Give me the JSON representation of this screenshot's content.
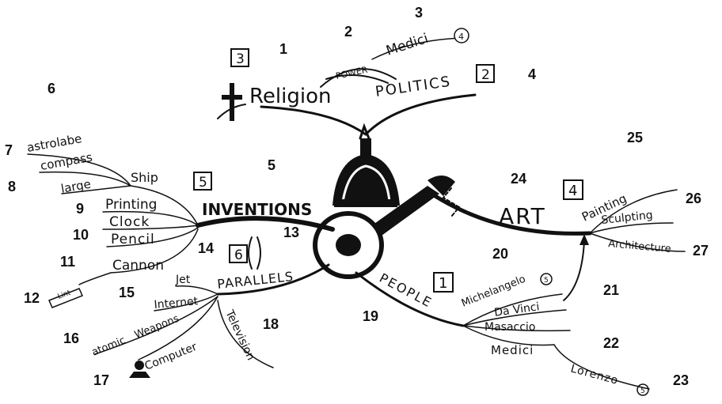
{
  "branches": {
    "religion": "Religion",
    "power": "POWER",
    "politics": "POLITICS",
    "medici_top": "Medici",
    "inventions": "INVENTIONS",
    "parallels": "PARALLELS",
    "people": "PEOPLE",
    "art": "ART"
  },
  "box_numbers": {
    "religion": "3",
    "politics": "2",
    "inventions": "5",
    "parallels": "6",
    "art": "4",
    "people": "1"
  },
  "circled_numbers": {
    "medici_top": "4",
    "michelangelo": "5",
    "lorenzo": "5"
  },
  "inventions_items": [
    "astrolabe",
    "compass",
    "large",
    "Ship",
    "Printing",
    "Clock",
    "Pencil",
    "Cannon",
    "Lint"
  ],
  "parallels_items": [
    "Jet",
    "Internet",
    "atomic",
    "Weapons",
    "Computer",
    "Television"
  ],
  "people_items": [
    "Michelangelo",
    "Da Vinci",
    "Masaccio",
    "Medici",
    "Lorenzo"
  ],
  "art_items": [
    "Painting",
    "Sculpting",
    "Architecture"
  ],
  "markers": [
    "1",
    "2",
    "3",
    "4",
    "5",
    "6",
    "7",
    "8",
    "9",
    "10",
    "11",
    "12",
    "13",
    "14",
    "15",
    "16",
    "17",
    "18",
    "19",
    "20",
    "21",
    "22",
    "23",
    "24",
    "25",
    "26",
    "27"
  ]
}
